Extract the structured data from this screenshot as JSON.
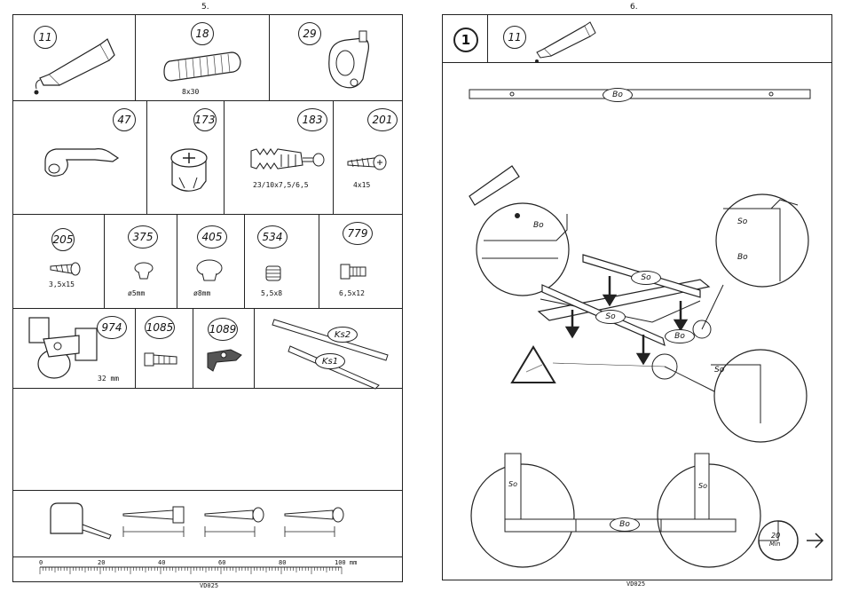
{
  "left_page": {
    "page_number": "5.",
    "footer_code": "VD025",
    "parts": [
      {
        "id": "11",
        "caption": ""
      },
      {
        "id": "18",
        "caption": "8x30"
      },
      {
        "id": "29",
        "caption": ""
      },
      {
        "id": "47",
        "caption": ""
      },
      {
        "id": "173",
        "caption": ""
      },
      {
        "id": "183",
        "caption": "23/10x7,5/6,5"
      },
      {
        "id": "201",
        "caption": "4x15"
      },
      {
        "id": "205",
        "caption": "3,5x15"
      },
      {
        "id": "375",
        "caption": "ø5mm"
      },
      {
        "id": "405",
        "caption": "ø8mm"
      },
      {
        "id": "534",
        "caption": "5,5x8"
      },
      {
        "id": "779",
        "caption": "6,5x12"
      },
      {
        "id": "974",
        "caption": "32 mm"
      },
      {
        "id": "1085",
        "caption": ""
      },
      {
        "id": "1089",
        "caption": ""
      }
    ],
    "rods": [
      "Ks2",
      "Ks1"
    ],
    "ruler": {
      "labels": [
        "0",
        "20",
        "40",
        "60",
        "80",
        "100 mm"
      ]
    }
  },
  "right_page": {
    "page_number": "6.",
    "footer_code": "VD025",
    "step_number": "1",
    "glue_part": "11",
    "labels": {
      "bo": "Bo",
      "so": "So",
      "timer_value": "20",
      "timer_unit": "Min"
    }
  }
}
